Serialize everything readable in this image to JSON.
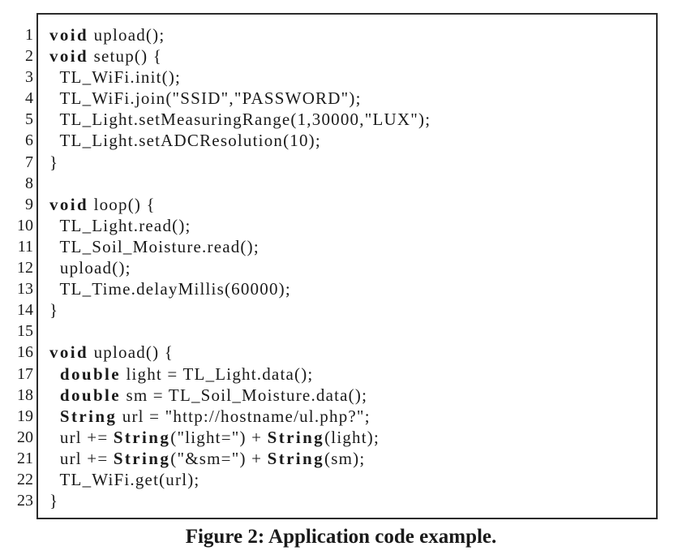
{
  "figure": {
    "caption": "Figure 2: Application code example.",
    "line_numbers": [
      "1",
      "2",
      "3",
      "4",
      "5",
      "6",
      "7",
      "8",
      "9",
      "10",
      "11",
      "12",
      "13",
      "14",
      "15",
      "16",
      "17",
      "18",
      "19",
      "20",
      "21",
      "22",
      "23"
    ],
    "lines": [
      [
        {
          "t": "void",
          "kw": true
        },
        {
          "t": " upload();"
        }
      ],
      [
        {
          "t": "void",
          "kw": true
        },
        {
          "t": " setup() {"
        }
      ],
      [
        {
          "t": "  TL_WiFi.init();"
        }
      ],
      [
        {
          "t": "  TL_WiFi.join(\"SSID\",\"PASSWORD\");"
        }
      ],
      [
        {
          "t": "  TL_Light.setMeasuringRange(1,30000,\"LUX\");"
        }
      ],
      [
        {
          "t": "  TL_Light.setADCResolution(10);"
        }
      ],
      [
        {
          "t": "}"
        }
      ],
      [
        {
          "t": ""
        }
      ],
      [
        {
          "t": "void",
          "kw": true
        },
        {
          "t": " loop() {"
        }
      ],
      [
        {
          "t": "  TL_Light.read();"
        }
      ],
      [
        {
          "t": "  TL_Soil_Moisture.read();"
        }
      ],
      [
        {
          "t": "  upload();"
        }
      ],
      [
        {
          "t": "  TL_Time.delayMillis(60000);"
        }
      ],
      [
        {
          "t": "}"
        }
      ],
      [
        {
          "t": ""
        }
      ],
      [
        {
          "t": "void",
          "kw": true
        },
        {
          "t": " upload() {"
        }
      ],
      [
        {
          "t": "  "
        },
        {
          "t": "double",
          "kw": true
        },
        {
          "t": " light = TL_Light.data();"
        }
      ],
      [
        {
          "t": "  "
        },
        {
          "t": "double",
          "kw": true
        },
        {
          "t": " sm = TL_Soil_Moisture.data();"
        }
      ],
      [
        {
          "t": "  "
        },
        {
          "t": "String",
          "kw": true
        },
        {
          "t": " url = \"http://hostname/ul.php?\";"
        }
      ],
      [
        {
          "t": "  url += "
        },
        {
          "t": "String",
          "kw": true
        },
        {
          "t": "(\"light=\") + "
        },
        {
          "t": "String",
          "kw": true
        },
        {
          "t": "(light);"
        }
      ],
      [
        {
          "t": "  url += "
        },
        {
          "t": "String",
          "kw": true
        },
        {
          "t": "(\"&sm=\") + "
        },
        {
          "t": "String",
          "kw": true
        },
        {
          "t": "(sm);"
        }
      ],
      [
        {
          "t": "  TL_WiFi.get(url);"
        }
      ],
      [
        {
          "t": "}"
        }
      ]
    ]
  }
}
